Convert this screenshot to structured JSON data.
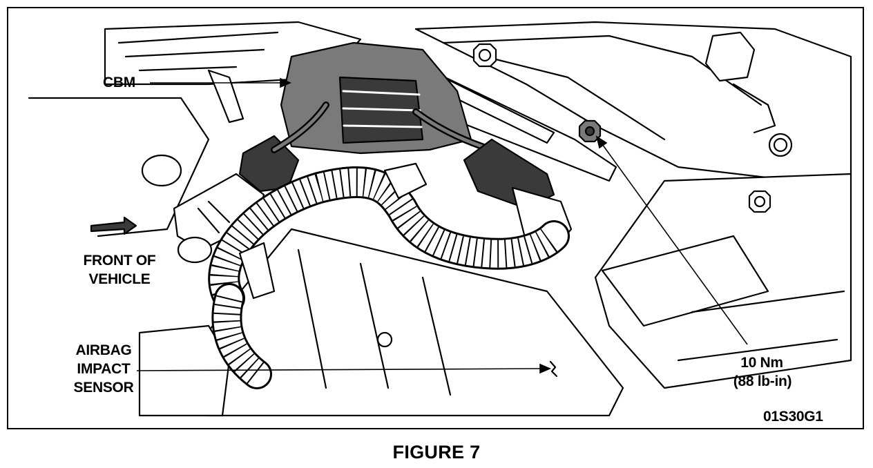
{
  "figure": {
    "caption": "FIGURE 7",
    "figure_id": "01S30G1"
  },
  "callouts": {
    "cbm": "CBM",
    "front_of_vehicle": "FRONT OF\nVEHICLE",
    "airbag_impact_sensor": "AIRBAG\nIMPACT\nSENSOR",
    "torque_metric": "10 Nm",
    "torque_imperial": "(88 lb-in)"
  },
  "colors": {
    "line": "#000000",
    "background": "#ffffff",
    "shade": "#7a7a7a",
    "shade_dark": "#3a3a3a"
  }
}
